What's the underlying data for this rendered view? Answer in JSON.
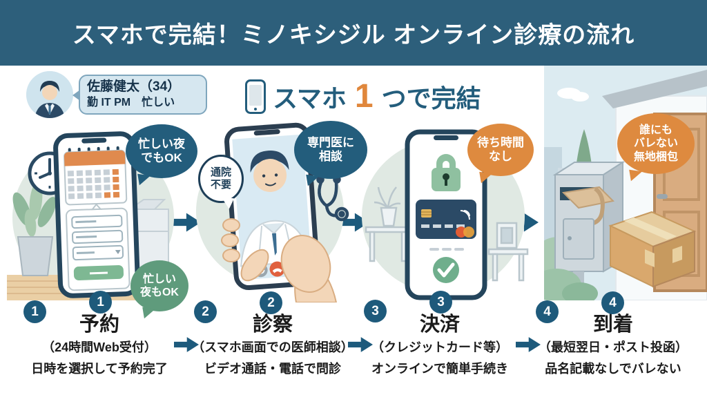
{
  "header": {
    "title": "スマホで完結！ミノキシジル オンライン診療の流れ"
  },
  "profile": {
    "name": "佐藤健太（34）",
    "occupation": "勤 IT PM　忙しい"
  },
  "hero": {
    "pre": "スマホ",
    "num": "1",
    "post": "つで完結"
  },
  "steps": [
    {
      "number": "1",
      "title": "予約",
      "subtitle": "（24時間Web受付）",
      "description": "日時を選択して予約完了",
      "bubble_top": [
        "忙しい夜",
        "でもOK"
      ],
      "bubble_bottom": [
        "忙しい",
        "夜もOK"
      ]
    },
    {
      "number": "2",
      "title": "診察",
      "subtitle": "（スマホ画面での医師相談）",
      "description": "ビデオ通話・電話で問診",
      "bubble_left": [
        "通院",
        "不要"
      ],
      "bubble_top": [
        "専門医に",
        "相談"
      ]
    },
    {
      "number": "3",
      "title": "決済",
      "subtitle": "（クレジットカード等）",
      "description": "オンラインで簡単手続き",
      "bubble_top": [
        "待ち時間",
        "なし"
      ]
    },
    {
      "number": "4",
      "title": "到着",
      "subtitle": "（最短翌日・ポスト投函）",
      "description": "品名記載なしでバレない",
      "bubble_top": [
        "誰にも",
        "バレない",
        "無地梱包"
      ]
    }
  ],
  "colors": {
    "banner": "#2d5f7b",
    "accent_teal": "#1e5a7b",
    "accent_orange": "#e0873c",
    "bubble_green": "#5f9b7c",
    "blob_sage": "#e0e9e3"
  }
}
